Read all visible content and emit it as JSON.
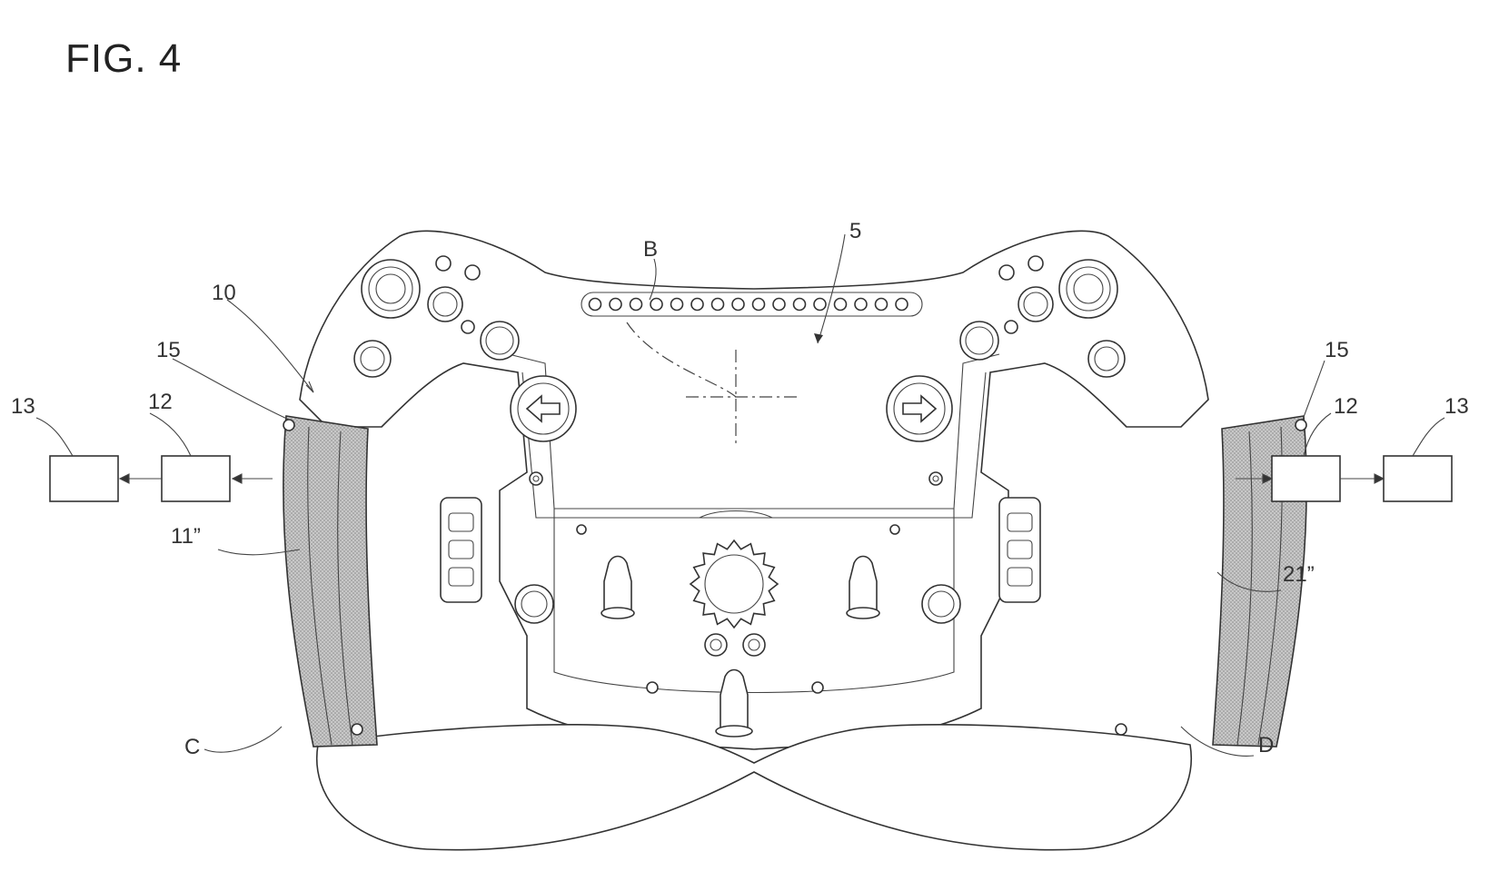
{
  "figure": {
    "title": "FIG. 4",
    "labels": {
      "main_body": "5",
      "led_bar": "B",
      "left_module": "10",
      "left_sensor": "15",
      "right_sensor": "15",
      "left_block_outer": "13",
      "left_block_inner": "12",
      "right_block_inner": "12",
      "right_block_outer": "13",
      "left_grip": "11”",
      "right_grip": "21”",
      "left_zone": "C",
      "right_zone": "D"
    }
  },
  "colors": {
    "line": "#333333",
    "grip_fill": "#bdbdbd",
    "background": "#ffffff"
  },
  "icons": [
    "left-arrow-icon",
    "right-arrow-icon",
    "gear-icon"
  ]
}
